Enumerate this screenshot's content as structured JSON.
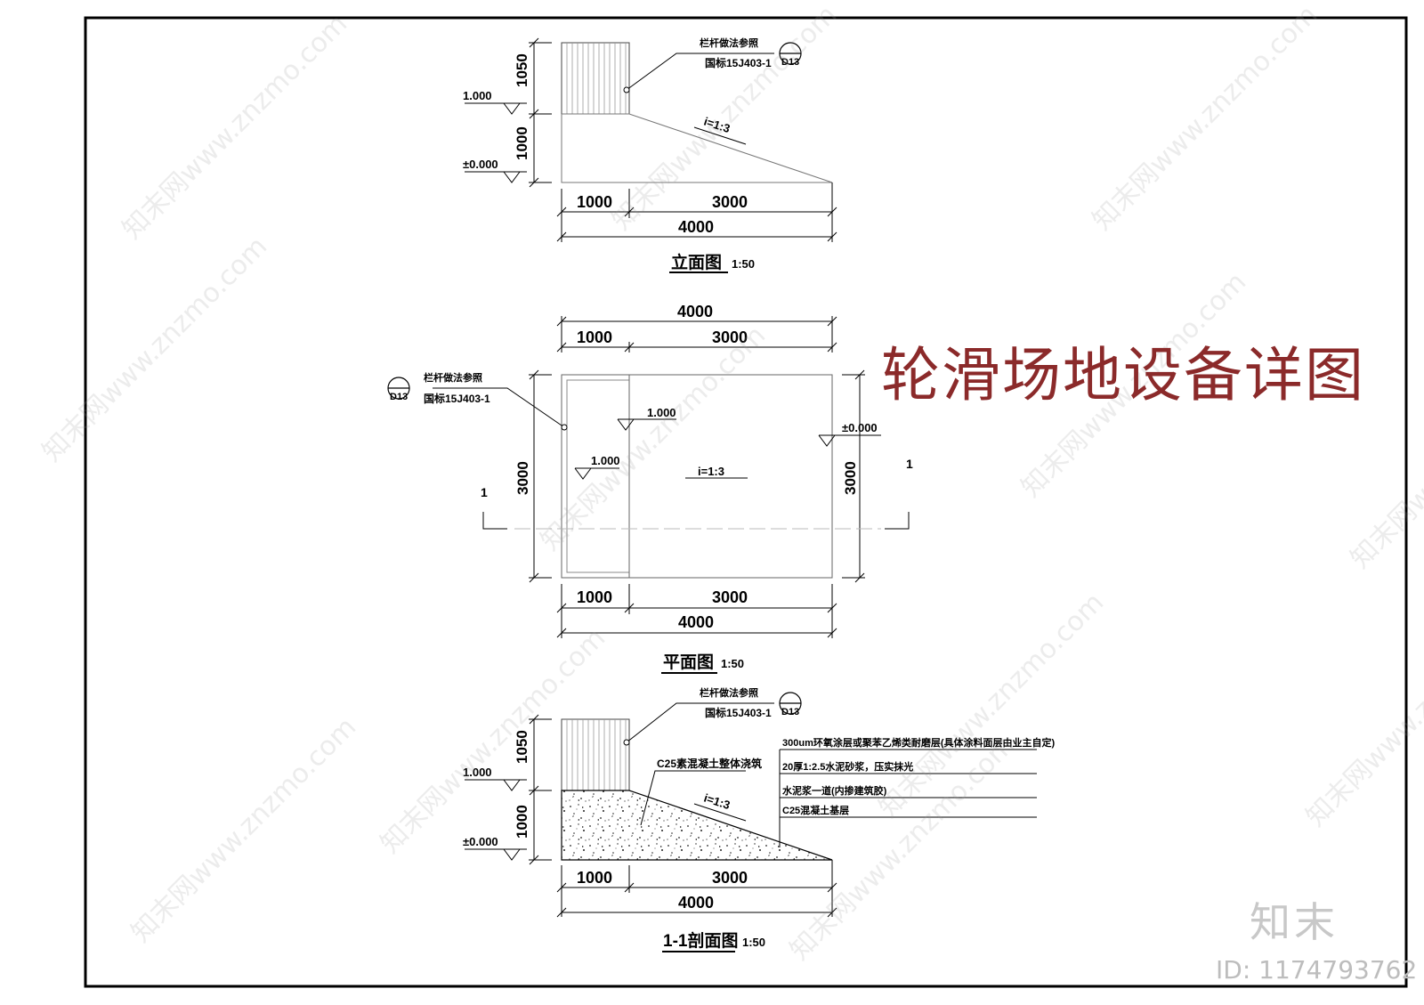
{
  "sheet_title": "轮滑场地设备详图",
  "watermark": {
    "logo": "知末",
    "id_text": "ID: 1174793762",
    "repeat_text": "知末网www.znzmo.com"
  },
  "railing_note": {
    "line1": "栏杆做法参照",
    "line2": "国标15J403-1",
    "symbol_top": "—",
    "symbol_bottom": "D13"
  },
  "elevation": {
    "caption": "立面图",
    "scale": "1:50",
    "dim_rail_height": "1050",
    "dim_platform_height": "1000",
    "dim_platform": "1000",
    "dim_ramp": "3000",
    "dim_total": "4000",
    "level_top": "1.000",
    "level_ground": "±0.000",
    "slope": "i=1:3"
  },
  "plan": {
    "caption": "平面图",
    "scale": "1:50",
    "dim_top_total": "4000",
    "dim_top_platform": "1000",
    "dim_top_ramp": "3000",
    "dim_bottom_platform": "1000",
    "dim_bottom_ramp": "3000",
    "dim_bottom_total": "4000",
    "dim_left": "3000",
    "dim_right": "3000",
    "level_platform": "1.000",
    "level_edge": "1.000",
    "level_ground": "±0.000",
    "slope": "i=1:3",
    "section_mark": "1"
  },
  "section": {
    "caption": "1-1剖面图",
    "scale": "1:50",
    "dim_rail_height": "1050",
    "dim_platform_height": "1000",
    "dim_platform": "1000",
    "dim_ramp": "3000",
    "dim_total": "4000",
    "level_top": "1.000",
    "level_ground": "±0.000",
    "slope": "i=1:3",
    "concrete_label": "C25素混凝土整体浇筑",
    "layers": [
      "300um环氧涂层或聚苯乙烯类耐磨层(具体涂料面层由业主自定)",
      "20厚1:2.5水泥砂浆，压实抹光",
      "水泥浆一道(内掺建筑胶)",
      "C25混凝土基层"
    ]
  }
}
